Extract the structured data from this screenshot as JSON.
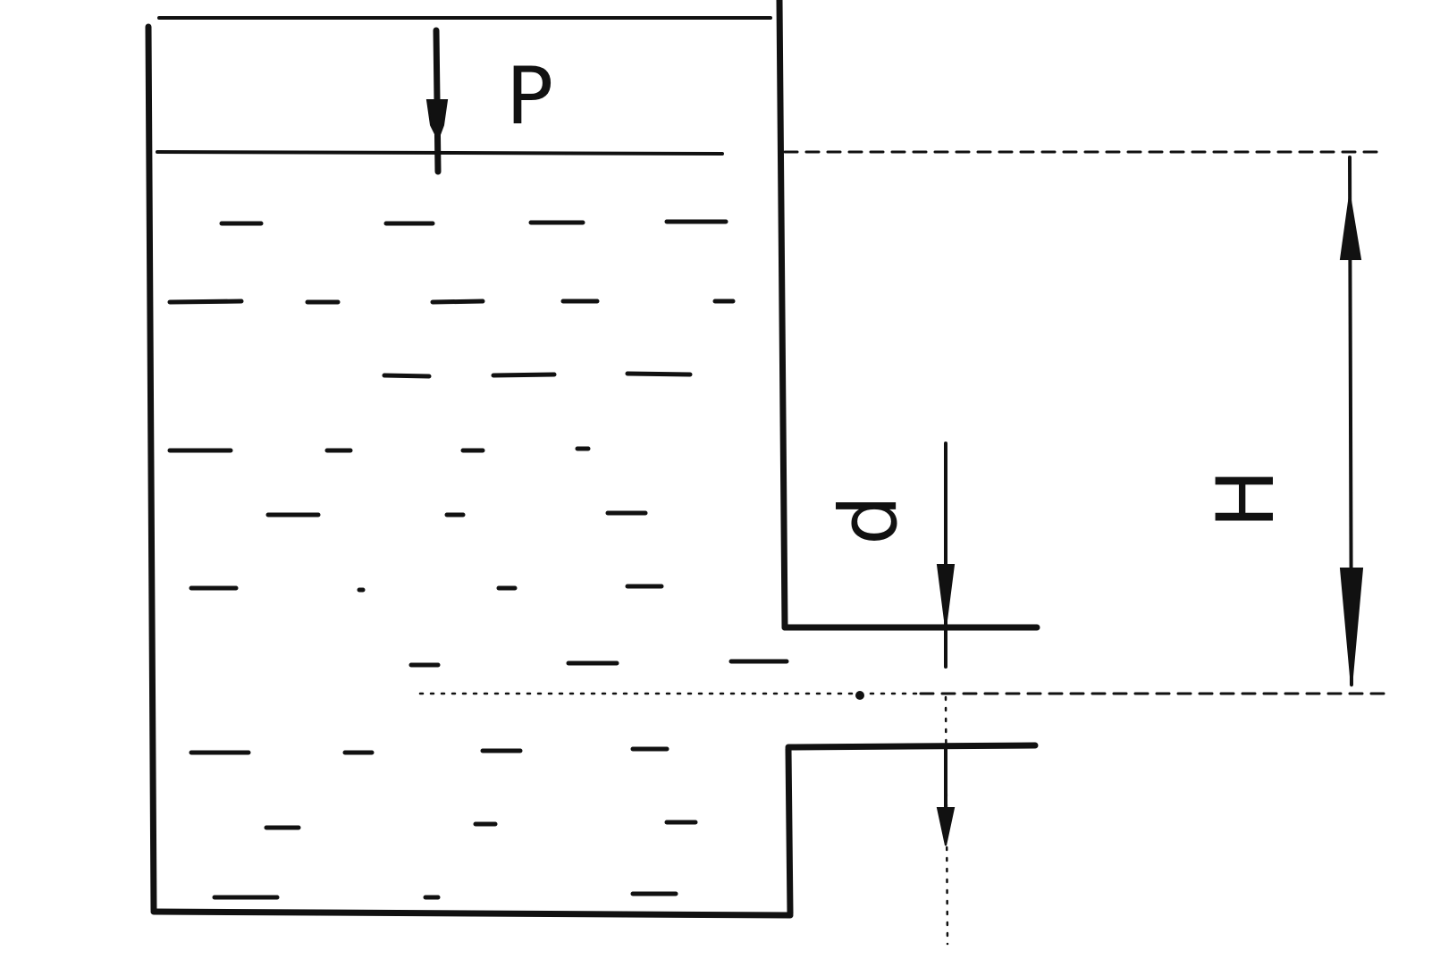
{
  "labels": {
    "pressure": "P",
    "diameter": "d",
    "height": "H"
  },
  "colors": {
    "ink": "#111111",
    "background": "#ffffff"
  }
}
